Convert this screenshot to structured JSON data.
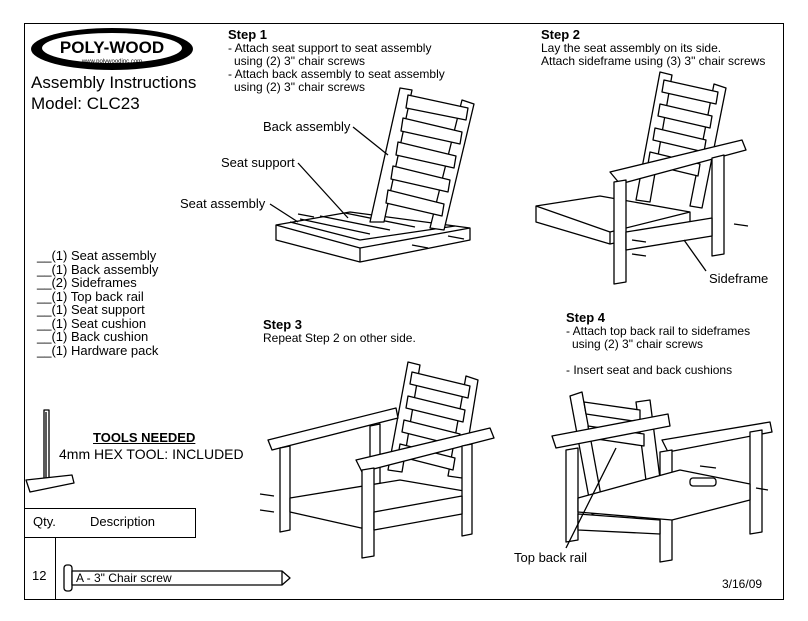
{
  "logo": {
    "brand": "POLY-WOOD",
    "url": "www.polywoodinc.com"
  },
  "header": {
    "title": "Assembly Instructions",
    "model": "Model: CLC23"
  },
  "steps": [
    {
      "heading": "Step 1",
      "lines": [
        "- Attach seat support to seat assembly",
        "  using (2) 3\" chair screws",
        "- Attach back assembly to seat assembly",
        "  using (2) 3\" chair screws"
      ]
    },
    {
      "heading": "Step 2",
      "lines": [
        "Lay the seat assembly on its side.",
        "Attach sideframe using (3) 3\" chair screws"
      ]
    },
    {
      "heading": "Step 3",
      "lines": [
        "Repeat Step 2 on other side."
      ]
    },
    {
      "heading": "Step 4",
      "lines": [
        "- Attach top back rail to sideframes",
        "  using (2) 3\" chair screws",
        "",
        "- Insert seat and back cushions"
      ]
    }
  ],
  "callouts": {
    "back_assembly": "Back assembly",
    "seat_support": "Seat support",
    "seat_assembly": "Seat assembly",
    "sideframe": "Sideframe",
    "top_back_rail": "Top back rail"
  },
  "parts": [
    "__(1) Seat assembly",
    "__(1) Back assembly",
    "__(2) Sideframes",
    "__(1) Top back rail",
    "__(1) Seat support",
    "__(1) Seat cushion",
    "__(1) Back cushion",
    "__(1) Hardware pack"
  ],
  "tools": {
    "heading": "TOOLS NEEDED",
    "item": "4mm HEX TOOL: INCLUDED"
  },
  "hardware_table": {
    "qty_header": "Qty.",
    "desc_header": "Description",
    "qty": "12",
    "desc": "A - 3\" Chair screw"
  },
  "date": "3/16/09"
}
